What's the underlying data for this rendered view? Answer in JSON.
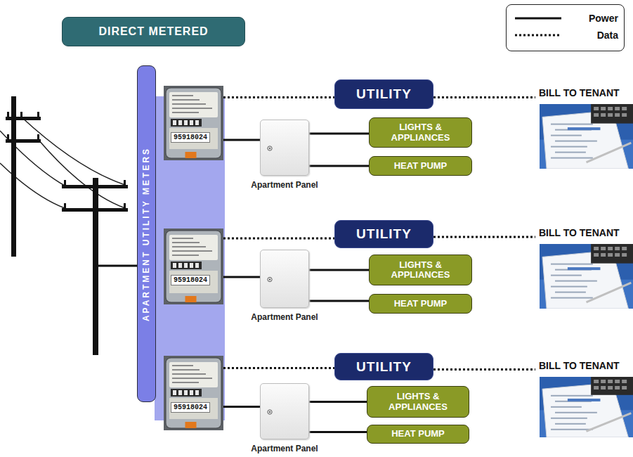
{
  "diagram": {
    "title": "DIRECT METERED",
    "nodes": [
      {
        "text": [
          "APARTMENT UTILITY METERS"
        ]
      },
      {
        "text": [
          "95918024"
        ]
      },
      {
        "text": [
          "UTILITY"
        ]
      },
      {
        "text": [
          "BILL TO TENANT"
        ]
      },
      {
        "text": [
          "Apartment Panel"
        ]
      },
      {
        "text": [
          "LIGHTS & APPLIANCES"
        ]
      },
      {
        "text": [
          "HEAT PUMP"
        ]
      },
      {
        "text": [
          "95918024"
        ]
      },
      {
        "text": [
          "UTILITY"
        ]
      },
      {
        "text": [
          "BILL TO TENANT"
        ]
      },
      {
        "text": [
          "Apartment Panel"
        ]
      },
      {
        "text": [
          "LIGHTS & APPLIANCES"
        ]
      },
      {
        "text": [
          "HEAT PUMP"
        ]
      },
      {
        "text": [
          "95918024"
        ]
      },
      {
        "text": [
          "UTILITY"
        ]
      },
      {
        "text": [
          "BILL TO TENANT"
        ]
      },
      {
        "text": [
          "Apartment Panel"
        ]
      },
      {
        "text": [
          "LIGHTS & APPLIANCES"
        ]
      },
      {
        "text": [
          "HEAT PUMP"
        ]
      }
    ],
    "edges": [
      {
        "from": 1,
        "to": 2,
        "arrow": "none"
      },
      {
        "from": 2,
        "to": 3,
        "arrow": "none"
      },
      {
        "from": 1,
        "to": 4,
        "arrow": "none"
      },
      {
        "from": 4,
        "to": 5,
        "arrow": "none"
      },
      {
        "from": 4,
        "to": 6,
        "arrow": "none"
      },
      {
        "from": 7,
        "to": 8,
        "arrow": "none"
      },
      {
        "from": 8,
        "to": 9,
        "arrow": "none"
      },
      {
        "from": 7,
        "to": 10,
        "arrow": "none"
      },
      {
        "from": 10,
        "to": 11,
        "arrow": "none"
      },
      {
        "from": 10,
        "to": 12,
        "arrow": "none"
      },
      {
        "from": 13,
        "to": 14,
        "arrow": "none"
      },
      {
        "from": 14,
        "to": 15,
        "arrow": "none"
      },
      {
        "from": 13,
        "to": 16,
        "arrow": "none"
      },
      {
        "from": 16,
        "to": 17,
        "arrow": "none"
      },
      {
        "from": 16,
        "to": 18,
        "arrow": "none"
      }
    ],
    "legend": [
      {
        "text": "Power"
      },
      {
        "text": "Data"
      }
    ]
  }
}
